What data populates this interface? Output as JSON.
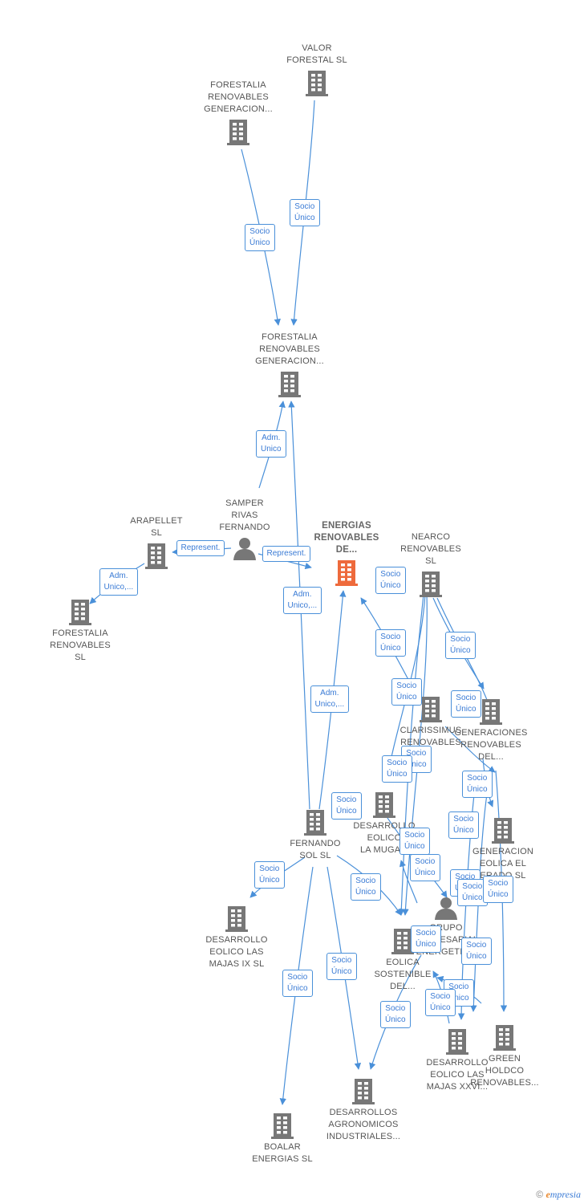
{
  "colors": {
    "edge": "#4a90d9",
    "company": "#777777",
    "focus_company": "#ee6a3c",
    "person": "#777777",
    "label": "#555555",
    "rel_border": "#4a90d9",
    "rel_text": "#3a7bd5"
  },
  "nodes": [
    {
      "id": "valor",
      "type": "company",
      "lines": [
        "VALOR",
        "FORESTAL SL"
      ]
    },
    {
      "id": "forestalia_top",
      "type": "company",
      "lines": [
        "FORESTALIA",
        "RENOVABLES",
        "GENERACION..."
      ]
    },
    {
      "id": "forestalia_mid",
      "type": "company",
      "lines": [
        "FORESTALIA",
        "RENOVABLES",
        "GENERACION..."
      ]
    },
    {
      "id": "samper",
      "type": "person",
      "lines": [
        "Samper",
        "Rivas",
        "Fernando"
      ]
    },
    {
      "id": "arapellet",
      "type": "company",
      "lines": [
        "ARAPELLET",
        "SL"
      ]
    },
    {
      "id": "forestalia_left",
      "type": "company",
      "lines": [
        "FORESTALIA",
        "RENOVABLES",
        "SL"
      ]
    },
    {
      "id": "energias",
      "type": "focus",
      "lines": [
        "ENERGIAS",
        "RENOVABLES",
        "DE..."
      ]
    },
    {
      "id": "nearco",
      "type": "company",
      "lines": [
        "NEARCO",
        "RENOVABLES",
        "SL"
      ]
    },
    {
      "id": "clarissimus",
      "type": "company",
      "lines": [
        "CLARISSIMUS",
        "RENOVABLES"
      ]
    },
    {
      "id": "generaciones",
      "type": "company",
      "lines": [
        "GENERACIONES",
        "RENOVABLES",
        "DEL..."
      ]
    },
    {
      "id": "fernando",
      "type": "company",
      "lines": [
        "FERNANDO",
        "SOL SL"
      ]
    },
    {
      "id": "muga",
      "type": "company",
      "lines": [
        "DESARROLLO",
        "EOLICO",
        "LA MUGA..."
      ]
    },
    {
      "id": "generacion_eolica",
      "type": "company",
      "lines": [
        "GENERACION",
        "EOLICA EL",
        "ERADO SL"
      ]
    },
    {
      "id": "grupo",
      "type": "person",
      "lines": [
        "Grupo",
        "Empresarial",
        "Energetico"
      ]
    },
    {
      "id": "majas_ix",
      "type": "company",
      "lines": [
        "DESARROLLO",
        "EOLICO LAS",
        "MAJAS IX  SL"
      ]
    },
    {
      "id": "eolica_sostenible",
      "type": "company",
      "lines": [
        "EOLICA",
        "SOSTENIBLE",
        "DEL..."
      ]
    },
    {
      "id": "majas_xxvi",
      "type": "company",
      "lines": [
        "DESARROLLO",
        "EOLICO LAS",
        "MAJAS XXVI..."
      ]
    },
    {
      "id": "green",
      "type": "company",
      "lines": [
        "GREEN",
        "HOLDCO",
        "RENOVABLES..."
      ]
    },
    {
      "id": "agronomicos",
      "type": "company",
      "lines": [
        "DESARROLLOS",
        "AGRONOMICOS",
        "INDUSTRIALES..."
      ]
    },
    {
      "id": "boalar",
      "type": "company",
      "lines": [
        "BOALAR",
        "ENERGIAS  SL"
      ]
    }
  ],
  "relations": [
    {
      "id": "r1",
      "lines": [
        "Socio",
        "Único"
      ]
    },
    {
      "id": "r2",
      "lines": [
        "Socio",
        "Único"
      ]
    },
    {
      "id": "r3",
      "lines": [
        "Adm.",
        "Unico"
      ]
    },
    {
      "id": "r4",
      "lines": [
        "Represent."
      ]
    },
    {
      "id": "r5",
      "lines": [
        "Represent."
      ]
    },
    {
      "id": "r6",
      "lines": [
        "Adm.",
        "Unico,..."
      ]
    },
    {
      "id": "r7",
      "lines": [
        "Adm.",
        "Unico,..."
      ]
    },
    {
      "id": "r8",
      "lines": [
        "Adm.",
        "Unico,..."
      ]
    },
    {
      "id": "r9",
      "lines": [
        "Socio",
        "Único"
      ]
    },
    {
      "id": "r10",
      "lines": [
        "Socio",
        "Único"
      ]
    },
    {
      "id": "r11",
      "lines": [
        "Socio",
        "Único"
      ]
    },
    {
      "id": "r12",
      "lines": [
        "Socio",
        "Único"
      ]
    },
    {
      "id": "r13",
      "lines": [
        "Socio",
        "Único"
      ]
    },
    {
      "id": "r14",
      "lines": [
        "Socio",
        "Único"
      ]
    },
    {
      "id": "r15",
      "lines": [
        "Socio",
        "Único"
      ]
    },
    {
      "id": "r16",
      "lines": [
        "Socio",
        "Único"
      ]
    },
    {
      "id": "r17",
      "lines": [
        "Socio",
        "Único"
      ]
    },
    {
      "id": "r18",
      "lines": [
        "Socio",
        "Único"
      ]
    },
    {
      "id": "r19",
      "lines": [
        "Socio",
        "Único"
      ]
    },
    {
      "id": "r20",
      "lines": [
        "Socio",
        "Único"
      ]
    },
    {
      "id": "r21",
      "lines": [
        "Socio",
        "Único"
      ]
    },
    {
      "id": "r22",
      "lines": [
        "Socio",
        "Único"
      ]
    },
    {
      "id": "r23",
      "lines": [
        "Socio",
        "Único"
      ]
    },
    {
      "id": "r24",
      "lines": [
        "Socio",
        "Único"
      ]
    },
    {
      "id": "r25",
      "lines": [
        "Socio",
        "Único"
      ]
    },
    {
      "id": "r26",
      "lines": [
        "Socio",
        "Único"
      ]
    },
    {
      "id": "r27",
      "lines": [
        "Socio",
        "Único"
      ]
    },
    {
      "id": "r28",
      "lines": [
        "Socio",
        "Único"
      ]
    },
    {
      "id": "r29",
      "lines": [
        "Socio",
        "Único"
      ]
    },
    {
      "id": "r30",
      "lines": [
        "Socio",
        "Único"
      ]
    },
    {
      "id": "r31",
      "lines": [
        "Socio",
        "Único"
      ]
    },
    {
      "id": "r32",
      "lines": [
        "Socio",
        "Único"
      ]
    },
    {
      "id": "r33",
      "lines": [
        "Socio",
        "Único"
      ]
    },
    {
      "id": "r34",
      "lines": [
        "Socio",
        "Único"
      ]
    }
  ],
  "watermark": {
    "copyright": "©",
    "brand_initial": "e",
    "brand_rest": "mpresia"
  }
}
